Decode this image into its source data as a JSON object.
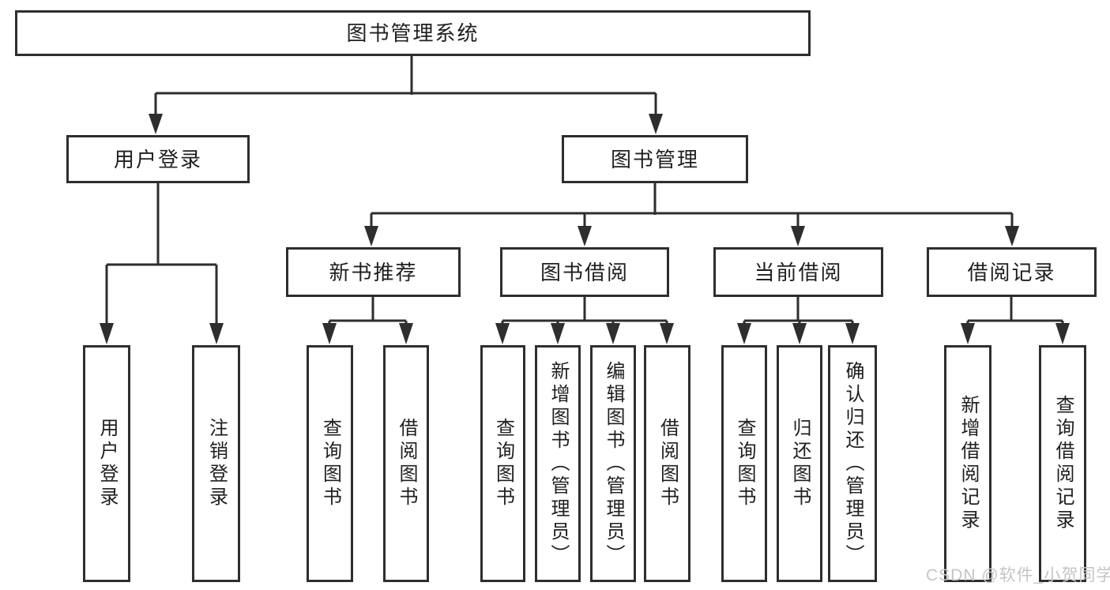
{
  "tree": {
    "root": {
      "label": "图书管理系统",
      "children": [
        {
          "label": "用户登录",
          "children": [
            {
              "label": "用户登录"
            },
            {
              "label": "注销登录"
            }
          ]
        },
        {
          "label": "图书管理",
          "children": [
            {
              "label": "新书推荐",
              "children": [
                {
                  "label": "查询图书"
                },
                {
                  "label": "借阅图书"
                }
              ]
            },
            {
              "label": "图书借阅",
              "children": [
                {
                  "label": "查询图书"
                },
                {
                  "label": "新增图书（管理员）"
                },
                {
                  "label": "编辑图书（管理员）"
                },
                {
                  "label": "借阅图书"
                }
              ]
            },
            {
              "label": "当前借阅",
              "children": [
                {
                  "label": "查询图书"
                },
                {
                  "label": "归还图书"
                },
                {
                  "label": "确认归还（管理员）"
                }
              ]
            },
            {
              "label": "借阅记录",
              "children": [
                {
                  "label": "新增借阅记录"
                },
                {
                  "label": "查询借阅记录"
                }
              ]
            }
          ]
        }
      ]
    }
  },
  "watermark": {
    "text": "CSDN @软件_小贺同学"
  },
  "colors": {
    "line": "#2e2e2e",
    "text": "#1f1f1f",
    "background": "#ffffff",
    "watermark": "#c5c5c5"
  }
}
